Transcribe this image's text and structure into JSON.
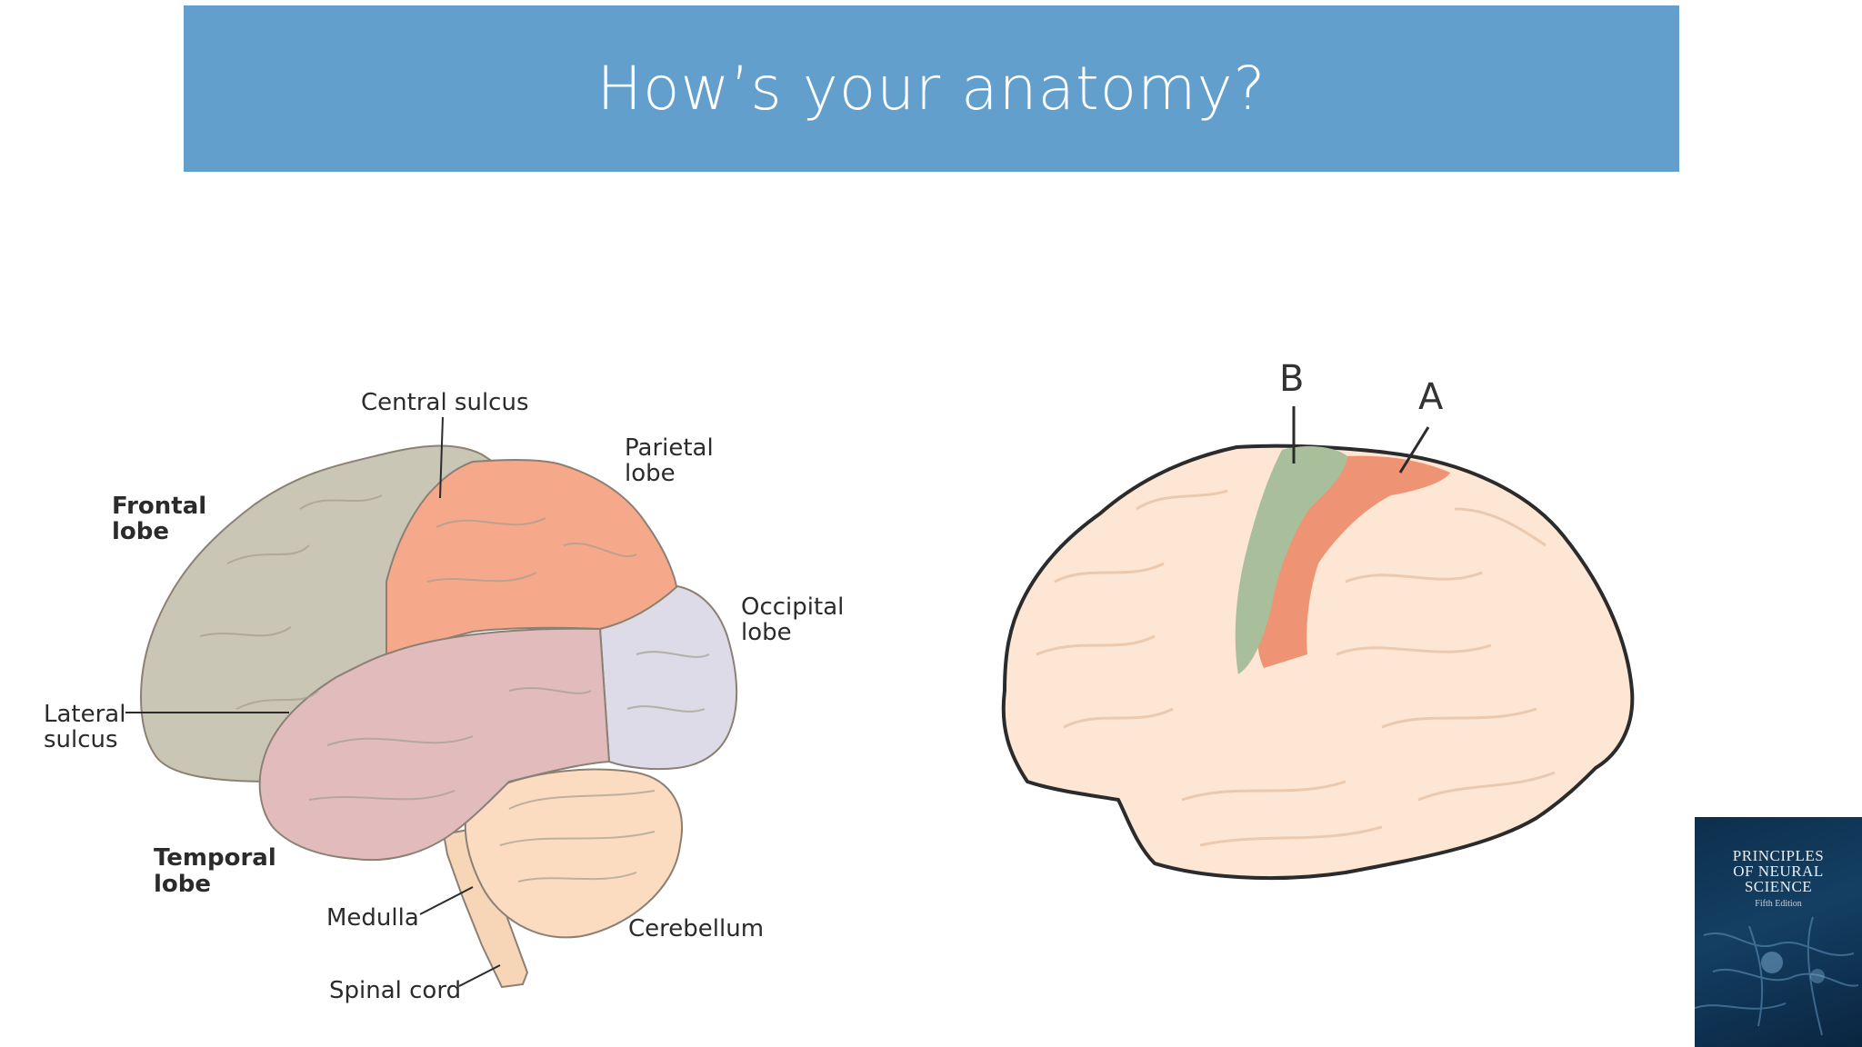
{
  "slide": {
    "title": "How’s your anatomy?"
  },
  "left_diagram": {
    "labels": {
      "central_sulcus": "Central sulcus",
      "parietal_lobe_1": "Parietal",
      "parietal_lobe_2": "lobe",
      "frontal_lobe_1": "Frontal",
      "frontal_lobe_2": "lobe",
      "occipital_lobe_1": "Occipital",
      "occipital_lobe_2": "lobe",
      "lateral_sulcus_1": "Lateral",
      "lateral_sulcus_2": "sulcus",
      "temporal_lobe_1": "Temporal",
      "temporal_lobe_2": "lobe",
      "medulla": "Medulla",
      "cerebellum": "Cerebellum",
      "spinal_cord": "Spinal cord"
    },
    "colors": {
      "frontal": "#c9c6b6",
      "parietal": "#f6a98a",
      "occipital": "#dcdbe7",
      "temporal": "#e2bcbd",
      "cerebellum": "#fbdcc0",
      "brainstem": "#f7d6b8"
    }
  },
  "right_diagram": {
    "labels": {
      "a": "A",
      "b": "B"
    },
    "colors": {
      "cortex": "#fde6d3",
      "area_a": "#ee9474",
      "area_b": "#a9bf9b"
    }
  },
  "book": {
    "title_line1": "PRINCIPLES",
    "title_line2": "OF NEURAL",
    "title_line3": "SCIENCE",
    "edition": "Fifth Edition"
  }
}
